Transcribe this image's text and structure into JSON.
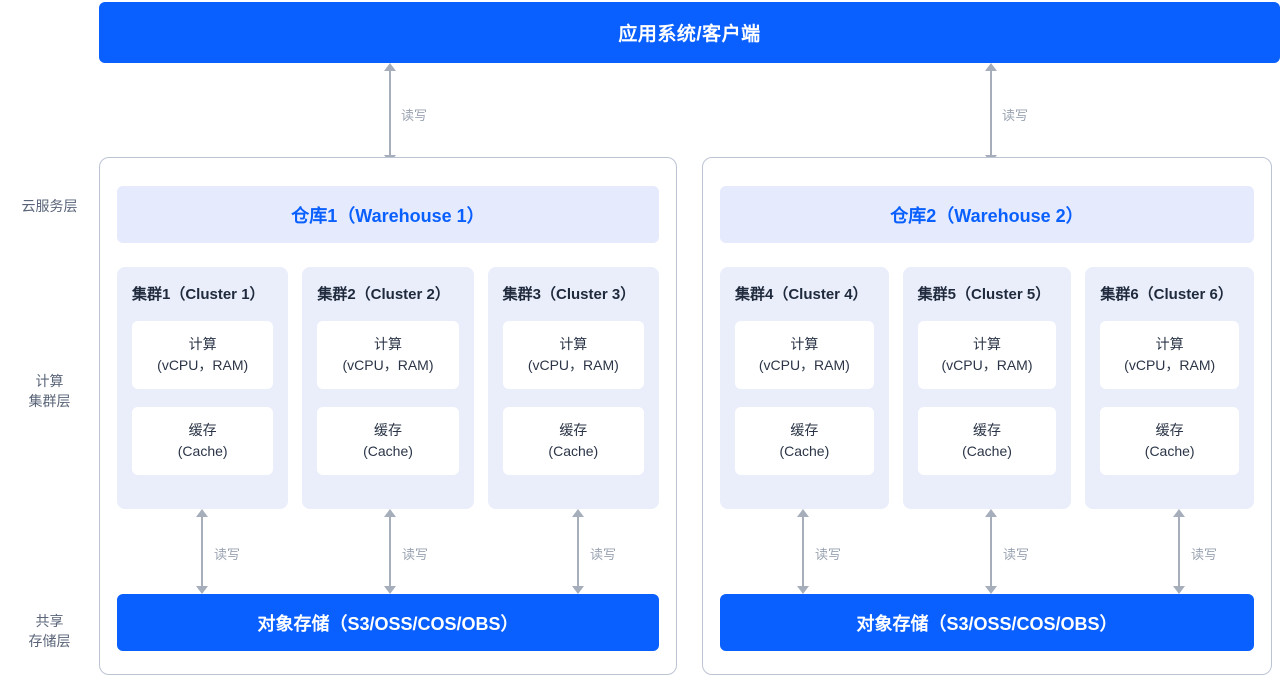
{
  "top_banner": {
    "label": "应用系统/客户端",
    "color": "#0a60ff",
    "text_color": "#ffffff"
  },
  "layer_labels": [
    {
      "id": "cloud-service",
      "text": "云服务层"
    },
    {
      "id": "compute-cluster",
      "text": "计算\n集群层"
    },
    {
      "id": "shared-storage",
      "text": "共享\n存储层"
    }
  ],
  "top_arrows": [
    {
      "id": "left",
      "label": "读写"
    },
    {
      "id": "right",
      "label": "读写"
    }
  ],
  "warehouses": [
    {
      "id": "warehouse-1",
      "header": "仓库1（Warehouse 1）",
      "header_color": "#0a60ff",
      "header_bg": "#e5eafd",
      "clusters": [
        {
          "title": "集群1（Cluster 1）",
          "compute": "计算\n(vCPU，RAM)",
          "compute_line1": "计算",
          "compute_line2": "(vCPU，RAM)",
          "cache_line1": "缓存",
          "cache_line2": "(Cache)",
          "arrow_label": "读写"
        },
        {
          "title": "集群2（Cluster 2）",
          "compute_line1": "计算",
          "compute_line2": "(vCPU，RAM)",
          "cache_line1": "缓存",
          "cache_line2": "(Cache)",
          "arrow_label": "读写"
        },
        {
          "title": "集群3（Cluster 3）",
          "compute_line1": "计算",
          "compute_line2": "(vCPU，RAM)",
          "cache_line1": "缓存",
          "cache_line2": "(Cache)",
          "arrow_label": "读写"
        }
      ],
      "storage": {
        "label": "对象存储（S3/OSS/COS/OBS）",
        "bg": "#0a60ff",
        "text_color": "#ffffff"
      }
    },
    {
      "id": "warehouse-2",
      "header": "仓库2（Warehouse 2）",
      "header_color": "#0a60ff",
      "header_bg": "#e5eafd",
      "clusters": [
        {
          "title": "集群4（Cluster 4）",
          "compute_line1": "计算",
          "compute_line2": "(vCPU，RAM)",
          "cache_line1": "缓存",
          "cache_line2": "(Cache)",
          "arrow_label": "读写"
        },
        {
          "title": "集群5（Cluster 5）",
          "compute_line1": "计算",
          "compute_line2": "(vCPU，RAM)",
          "cache_line1": "缓存",
          "cache_line2": "(Cache)",
          "arrow_label": "读写"
        },
        {
          "title": "集群6（Cluster 6）",
          "compute_line1": "计算",
          "compute_line2": "(vCPU，RAM)",
          "cache_line1": "缓存",
          "cache_line2": "(Cache)",
          "arrow_label": "读写"
        }
      ],
      "storage": {
        "label": "对象存储（S3/OSS/COS/OBS）",
        "bg": "#0a60ff",
        "text_color": "#ffffff"
      }
    }
  ],
  "colors": {
    "accent_blue": "#0a60ff",
    "panel_light": "#e9eefa",
    "header_light": "#e5eafd",
    "border_gray": "#bcc4d4",
    "arrow_gray": "#a7aebb",
    "label_gray": "#5a6579",
    "arrow_label_gray": "#9aa3b2",
    "background": "#ffffff"
  }
}
